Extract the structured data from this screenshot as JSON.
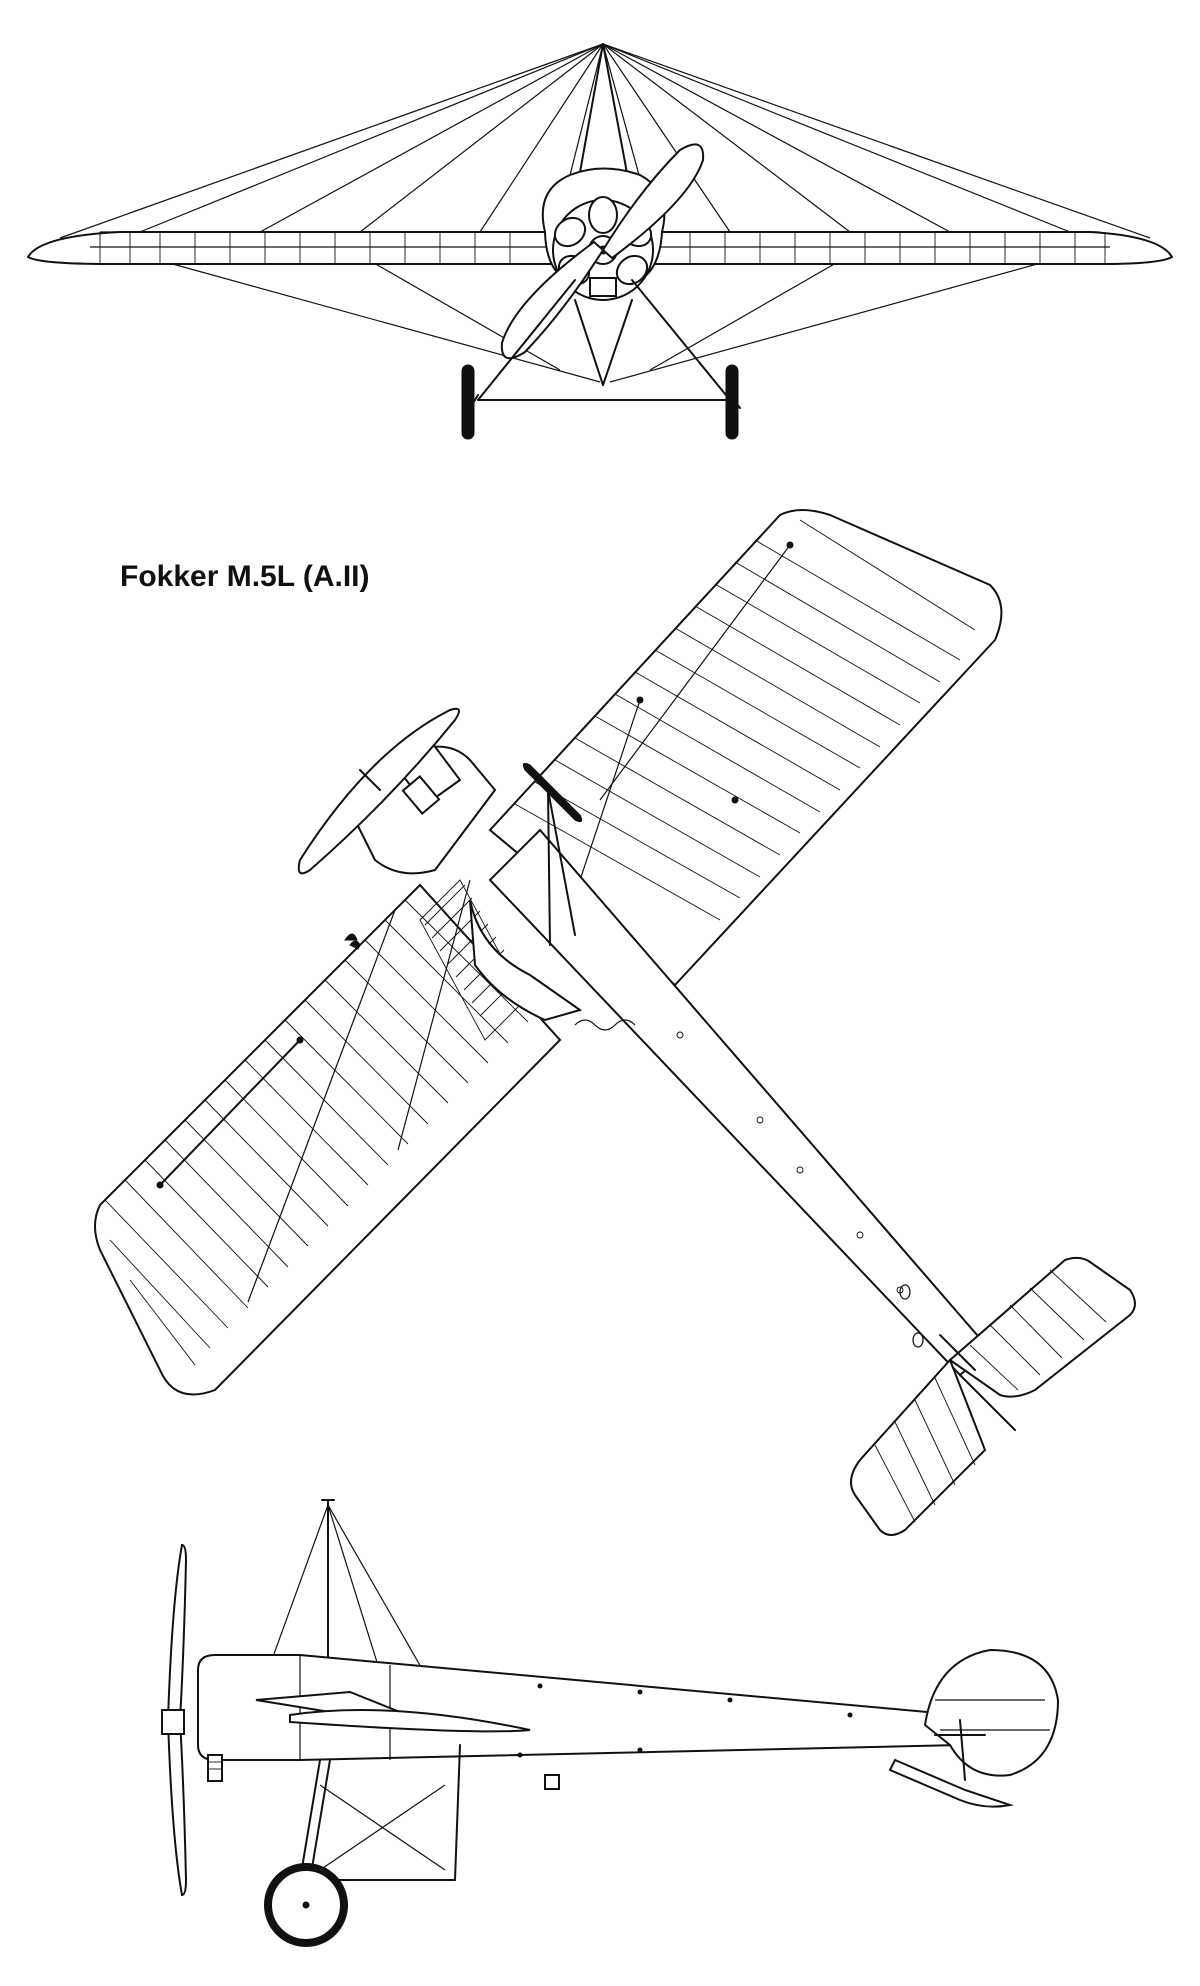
{
  "drawing": {
    "title": "Fokker M.5L (A.II)",
    "views": [
      "front-view",
      "top-view",
      "side-view"
    ],
    "line_color": "#111111",
    "background_color": "#ffffff"
  }
}
